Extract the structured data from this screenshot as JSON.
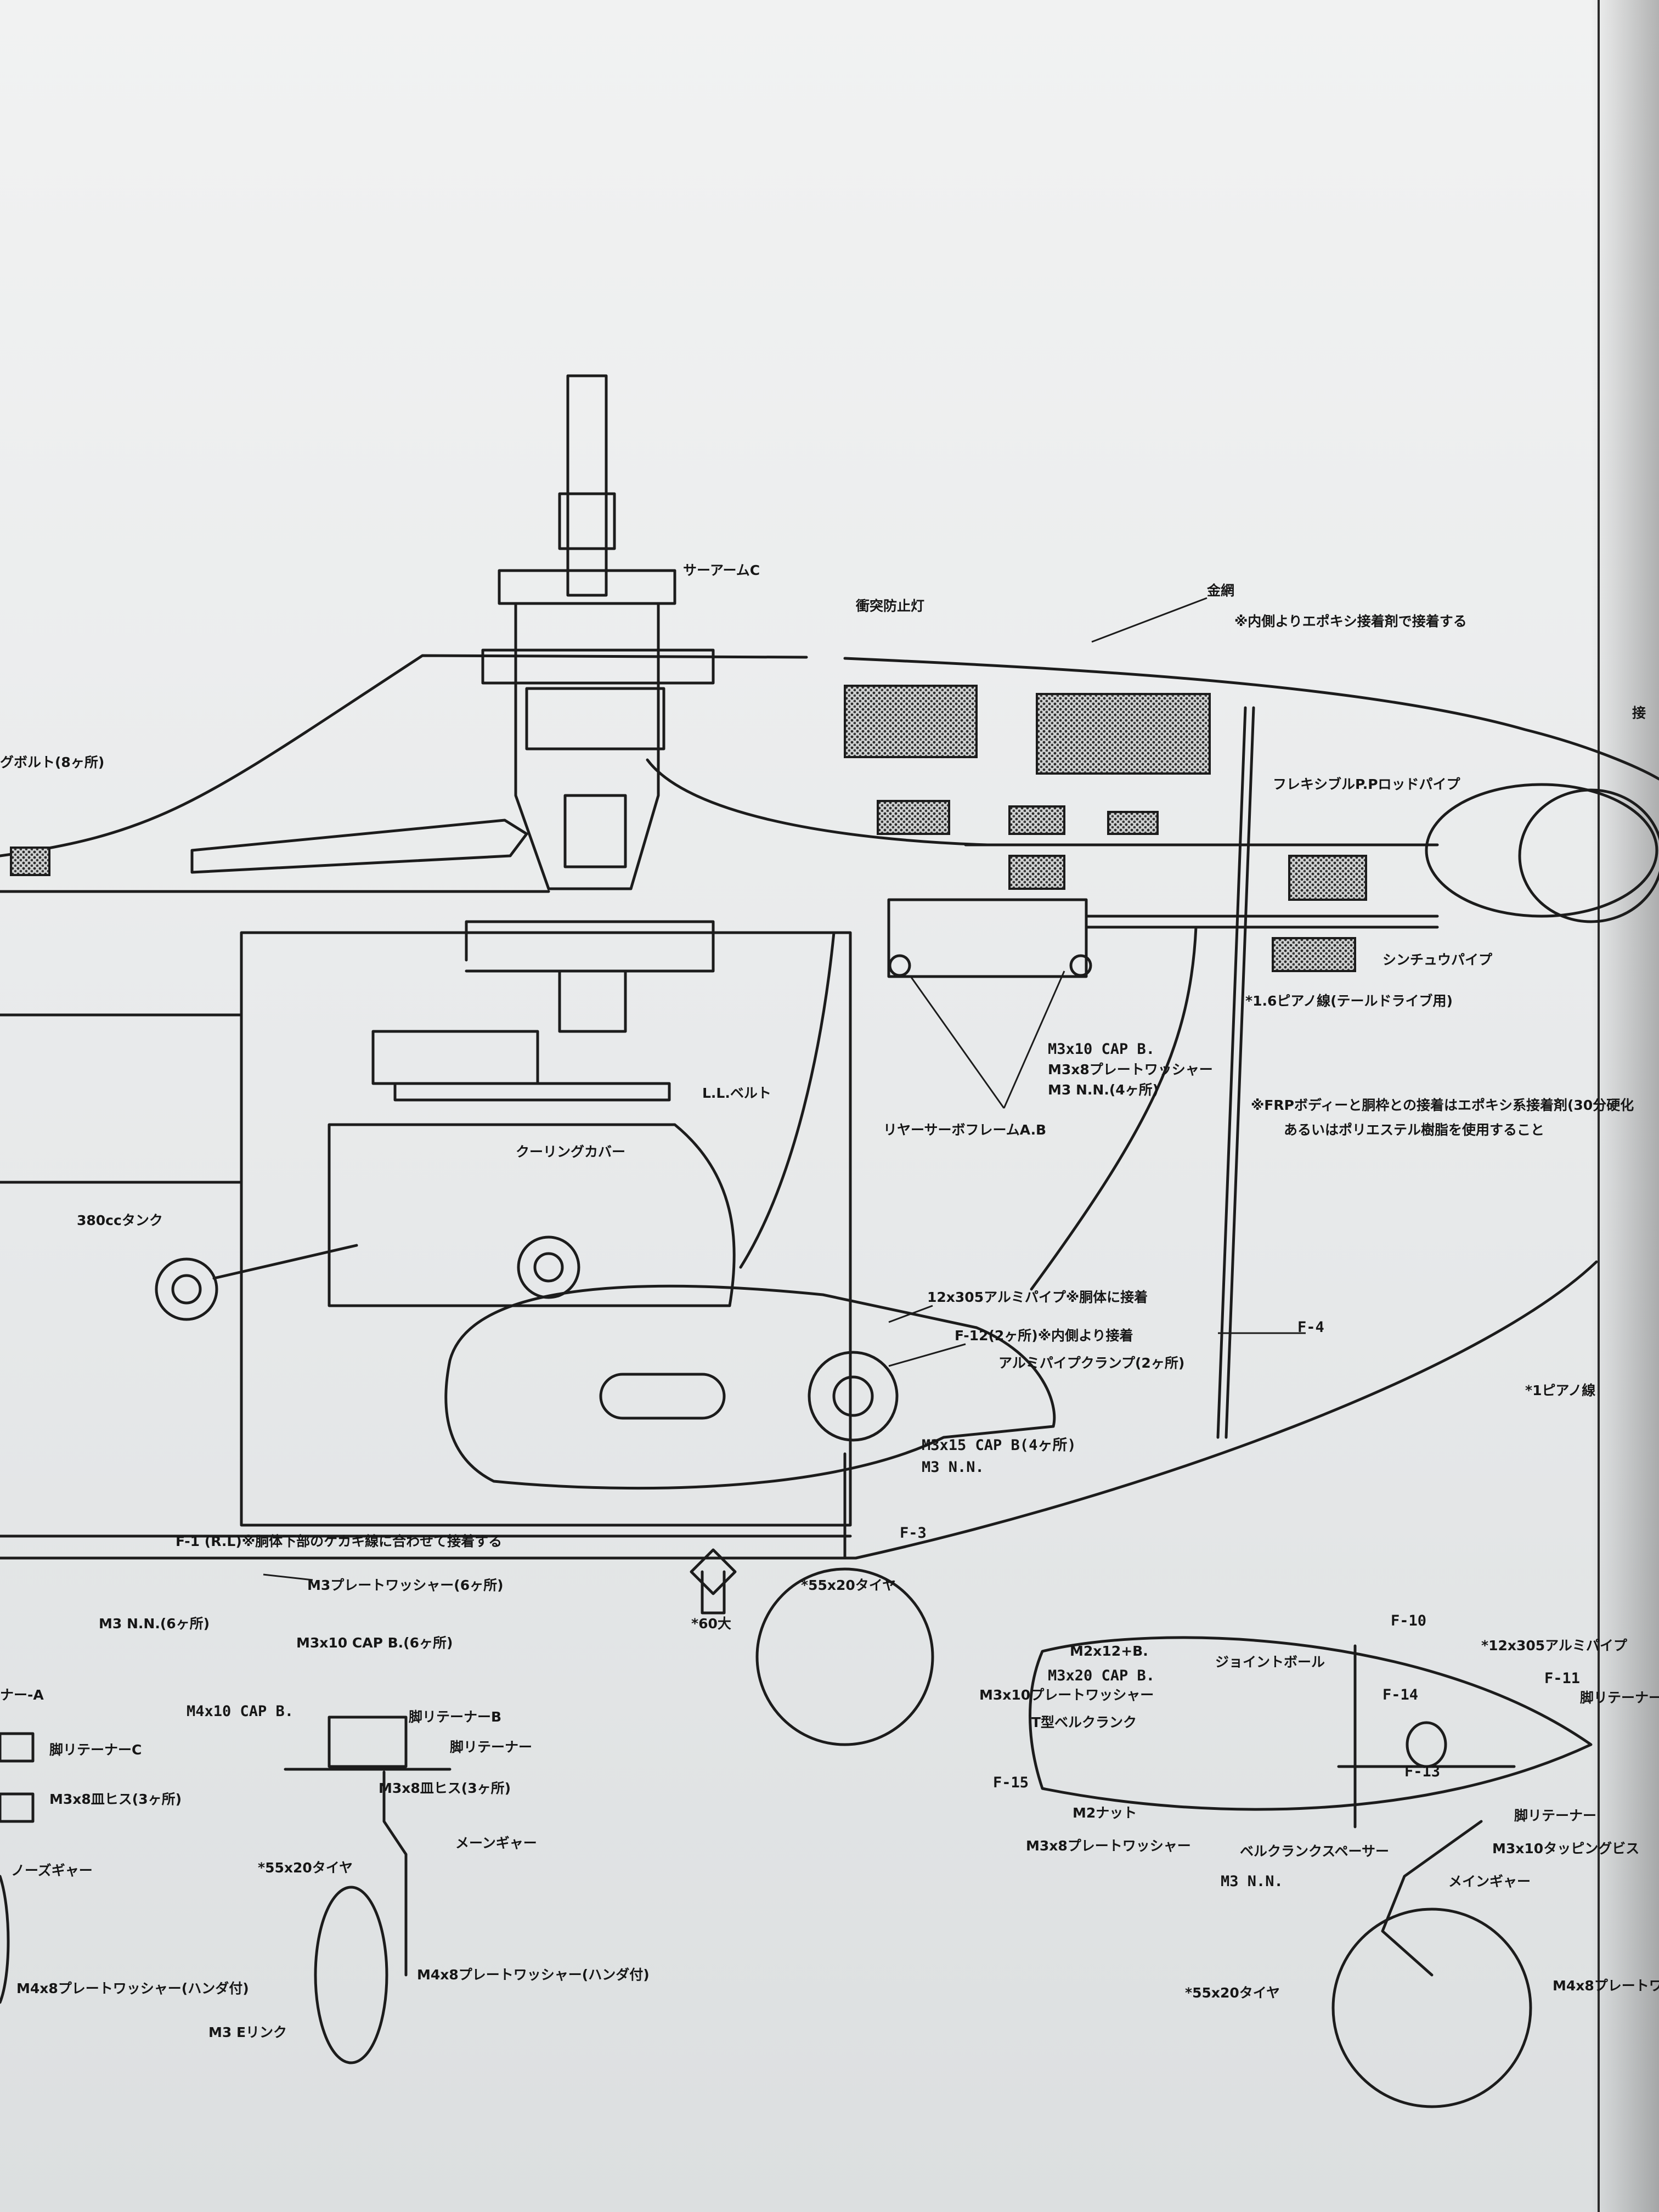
{
  "labels": {
    "tail_servo_arm": "サーアームC",
    "collision_light": "衝突防止灯",
    "wire_mesh": "金網",
    "wire_mesh_note": "※内側よりエポキシ接着剤で接着する",
    "bolt_count": "グボルト(8ヶ所)",
    "flexible_rod": "フレキシブルP.Pロッドパイプ",
    "shinchu_pipe": "シンチュウパイプ",
    "piano_wire": "*1.6ピアノ線(テールドライブ用)",
    "frp_note_1": "※FRPボディーと胴枠との接着はエポキシ系接着剤(30分硬化",
    "frp_note_2": "あるいはポリエステル樹脂を使用すること",
    "cap_screw": "M3x10 CAP B.",
    "plate_washer": "M3x8プレートワッシャー",
    "nut": "M3 N.N.(4ヶ所)",
    "servo_frame": "リヤーサーボフレームA.B",
    "ll_belt": "L.L.ベルト",
    "cooling_cover": "クーリングカバー",
    "tank": "380ccタンク",
    "alu_pipe": "12x305アルミパイプ※胴体に接着",
    "f12": "F-12(2ヶ所)※内側より接着",
    "pipe_clamp": "アルミパイプクランプ(2ヶ所)",
    "f4": "F-4",
    "piano_right": "*1ピアノ線",
    "m3x15": "M3x15 CAP B(4ヶ所)",
    "m3nn": "M3 N.N.",
    "f1_note": "F-1  (R.L)※胴体下部のケカキ線に合わせて接着する",
    "f3": "F-3",
    "plate_washer_6": "M3プレートワッシャー(6ヶ所)",
    "m3nn_6": "M3 N.N.(6ヶ所)",
    "cap_6": "M3x10 CAP B.(6ヶ所)",
    "tire_main": "*55x20タイヤ",
    "arrow_size": "*60大",
    "retainer_a": "ナー-A",
    "retainer_c": "脚リテーナーC",
    "flat_screw_left": "M3x8皿ヒス(3ヶ所)",
    "nose_gear": "ノーズギャー",
    "washer_solder_left": "M4x8プレートワッシャー(ハンダ付)",
    "e_ring": "M3 Eリンク",
    "m4x10": "M4x10 CAP B.",
    "retainer_b": "脚リテーナーB",
    "retainer": "脚リテーナー",
    "flat_screw": "M3x8皿ヒス(3ヶ所)",
    "main_gear": "メーンギャー",
    "tire_small": "*55x20タイヤ",
    "washer_solder": "M4x8プレートワッシャー(ハンダ付)",
    "f10": "F-10",
    "alu_pipe_right": "*12x305アルミパイプ",
    "m2x12": "M2x12+B.",
    "joint_ball": "ジョイントボール",
    "m3x20": "M3x20 CAP B.",
    "f11": "F-11",
    "m3x10_washer": "M3x10プレートワッシャー",
    "f14": "F-14",
    "retainer_b_right": "脚リテーナーB",
    "t_bellcrank": "T型ベルクランク",
    "f13": "F-13",
    "f15": "F-15",
    "m2_nut": "M2ナット",
    "retainer_right": "脚リテーナー",
    "m3x8_washer": "M3x8プレートワッシャー",
    "bellcrank_spacer": "ベルクランクスペーサー",
    "m3x10_tap": "M3x10タッピングビス",
    "m3nn_right": "M3 N.N.",
    "main_gear_right": "メインギャー",
    "tire_right": "*55x20タイヤ",
    "washer_right": "M4x8プレートワ",
    "edge_char": "接"
  }
}
